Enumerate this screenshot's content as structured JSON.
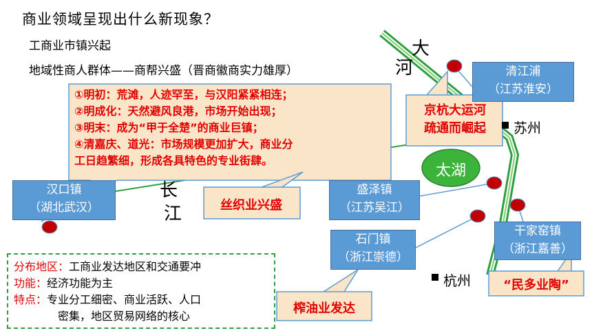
{
  "title": "商业领域呈现出什么新现象？",
  "lines": [
    "工商业市镇兴起",
    "地域性商人群体——商帮兴盛（晋商徽商实力雄厚）"
  ],
  "callout_main": [
    "①明初：荒滩，人迹罕至，与汉阳紧紧相连；",
    "②明成化：天然避风良港，市场开始出现；",
    "③明末：成为“甲于全楚”的商业巨镇；",
    "④清嘉庆、道光：市场规模更加扩大，商业分",
    "工日趋繁细，形成各具特色的专业街肆。"
  ],
  "cities": {
    "hankou": {
      "name": "汉口镇",
      "loc": "（湖北武汉）"
    },
    "qingjiang": {
      "name": "清江浦",
      "loc": "（江苏淮安）"
    },
    "shengze": {
      "name": "盛泽镇",
      "loc": "（江苏吴江）"
    },
    "shimen": {
      "name": "石门镇",
      "loc": "（浙江崇德）"
    },
    "ganjiayao": {
      "name": "干家窑镇",
      "loc": "（浙江嘉善）"
    }
  },
  "tags": {
    "canal": [
      "京杭大运河",
      "疏通而崛起"
    ],
    "silk": "丝织业兴盛",
    "oil": "榨油业发达",
    "pottery": "“民多业陶”"
  },
  "map_labels": {
    "canal_1": "大",
    "canal_2": "河",
    "river_1": "长",
    "river_2": "江",
    "lake": "太湖",
    "suzhou": "苏州",
    "hangzhou": "杭州"
  },
  "info": {
    "dist_key": "分布地区：",
    "dist_val": "工商业发达地区和交通要冲",
    "func_key": "功能：",
    "func_val": "经济功能为主",
    "feat_key": "特点：",
    "feat_val_1": "专业分工细密、商业活跃、人口",
    "feat_val_2": "密集，地区贸易网络的核心"
  },
  "colors": {
    "city_box": "#5b9bd5",
    "callout_fill": "#fbe5c8",
    "river": "#2e9e3e",
    "lake": "#3cb43c",
    "marker": "#c00000"
  }
}
